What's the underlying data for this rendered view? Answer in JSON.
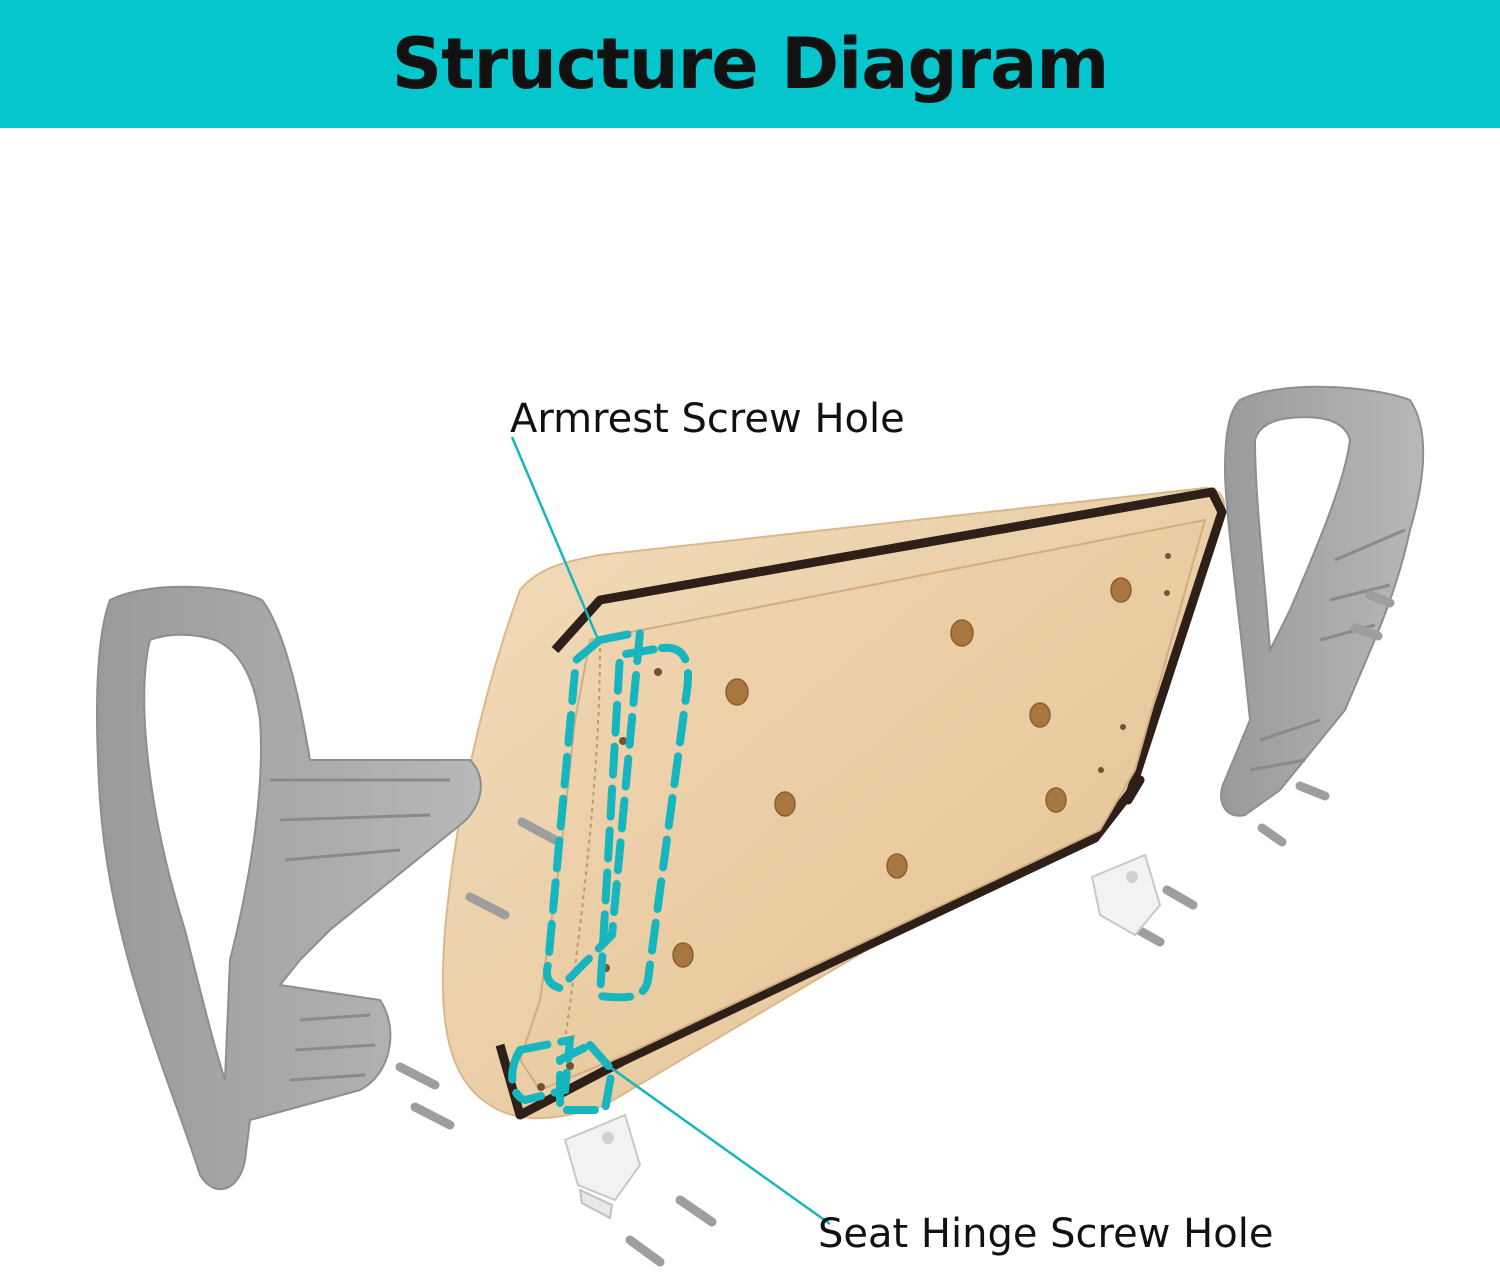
{
  "header": {
    "title": "Structure Diagram",
    "background_color": "#06C6CD"
  },
  "callouts": {
    "armrest_screw_hole": "Armrest Screw Hole",
    "seat_hinge_screw_hole": "Seat Hinge Screw Hole"
  },
  "colors": {
    "accent_teal": "#17B6BE",
    "seat_vinyl": "#EBCFA8",
    "seat_board": "#E9CBA2",
    "trim_edge": "#2E1F18",
    "bracket_gray": "#A2A2A2",
    "hinge_white": "#F2F2F2"
  }
}
